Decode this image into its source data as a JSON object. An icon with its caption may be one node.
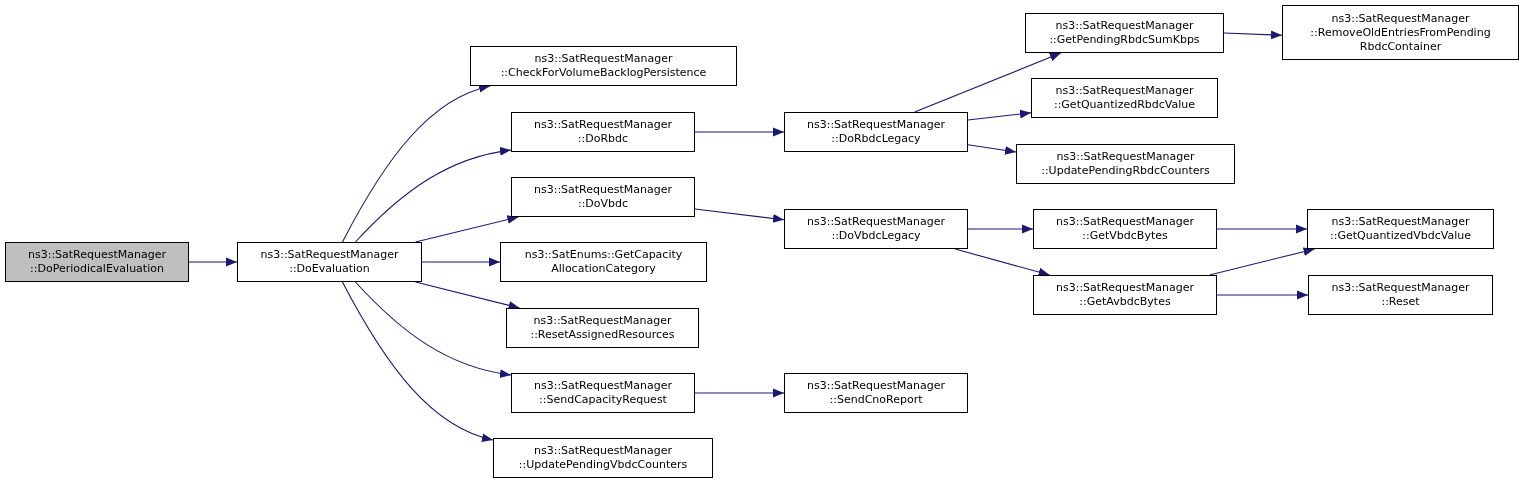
{
  "diagram": {
    "nodes": [
      {
        "text": [
          "ns3::SatRequestManager ::DoPeriodicalEvaluation"
        ]
      },
      {
        "text": [
          "ns3::SatRequestManager ::DoEvaluation"
        ]
      },
      {
        "text": [
          "ns3::SatRequestManager ::CheckForVolumeBacklogPersistence"
        ]
      },
      {
        "text": [
          "ns3::SatRequestManager ::DoRbdc"
        ]
      },
      {
        "text": [
          "ns3::SatRequestManager ::DoVbdc"
        ]
      },
      {
        "text": [
          "ns3::SatEnums::GetCapacity AllocationCategory"
        ]
      },
      {
        "text": [
          "ns3::SatRequestManager ::ResetAssignedResources"
        ]
      },
      {
        "text": [
          "ns3::SatRequestManager ::SendCapacityRequest"
        ]
      },
      {
        "text": [
          "ns3::SatRequestManager ::UpdatePendingVbdcCounters"
        ]
      },
      {
        "text": [
          "ns3::SatRequestManager ::DoRbdcLegacy"
        ]
      },
      {
        "text": [
          "ns3::SatRequestManager ::DoVbdcLegacy"
        ]
      },
      {
        "text": [
          "ns3::SatRequestManager ::SendCnoReport"
        ]
      },
      {
        "text": [
          "ns3::SatRequestManager ::GetPendingRbdcSumKbps"
        ]
      },
      {
        "text": [
          "ns3::SatRequestManager ::GetQuantizedRbdcValue"
        ]
      },
      {
        "text": [
          "ns3::SatRequestManager ::UpdatePendingRbdcCounters"
        ]
      },
      {
        "text": [
          "ns3::SatRequestManager ::GetVbdcBytes"
        ]
      },
      {
        "text": [
          "ns3::SatRequestManager ::GetAvbdcBytes"
        ]
      },
      {
        "text": [
          "ns3::SatRequestManager ::RemoveOldEntriesFromPending RbdcContainer"
        ]
      },
      {
        "text": [
          "ns3::SatRequestManager ::GetQuantizedVbdcValue"
        ]
      },
      {
        "text": [
          "ns3::SatRequestManager ::Reset"
        ]
      }
    ],
    "edges": [
      {
        "from": 0,
        "to": 1,
        "arrow": "to"
      },
      {
        "from": 1,
        "to": 2,
        "arrow": "to"
      },
      {
        "from": 1,
        "to": 3,
        "arrow": "to"
      },
      {
        "from": 1,
        "to": 4,
        "arrow": "to"
      },
      {
        "from": 1,
        "to": 5,
        "arrow": "to"
      },
      {
        "from": 1,
        "to": 6,
        "arrow": "to"
      },
      {
        "from": 1,
        "to": 7,
        "arrow": "to"
      },
      {
        "from": 1,
        "to": 8,
        "arrow": "to"
      },
      {
        "from": 3,
        "to": 9,
        "arrow": "to"
      },
      {
        "from": 4,
        "to": 10,
        "arrow": "to"
      },
      {
        "from": 7,
        "to": 11,
        "arrow": "to"
      },
      {
        "from": 9,
        "to": 12,
        "arrow": "to"
      },
      {
        "from": 9,
        "to": 13,
        "arrow": "to"
      },
      {
        "from": 9,
        "to": 14,
        "arrow": "to"
      },
      {
        "from": 10,
        "to": 15,
        "arrow": "to"
      },
      {
        "from": 10,
        "to": 16,
        "arrow": "to"
      },
      {
        "from": 12,
        "to": 17,
        "arrow": "to"
      },
      {
        "from": 15,
        "to": 18,
        "arrow": "to"
      },
      {
        "from": 16,
        "to": 18,
        "arrow": "to"
      },
      {
        "from": 16,
        "to": 19,
        "arrow": "to"
      }
    ]
  }
}
